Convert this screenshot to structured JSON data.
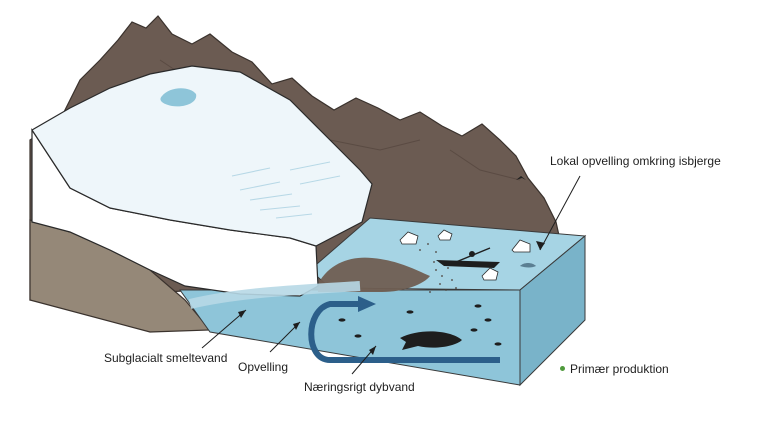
{
  "labels": {
    "local_upwelling": "Lokal opvelling omkring isbjerge",
    "subglacial": "Subglacialt smeltevand",
    "upwelling": "Opvelling",
    "deep_water": "Næringsrigt dybvand",
    "primary_production": "Primær produktion"
  },
  "colors": {
    "mountain": "#6b5b52",
    "water_front": "#8ec5d9",
    "water_right": "#79b3c9",
    "water_top": "#a6d4e4",
    "glacier": "#ffffff",
    "arrow": "#2c5f8a",
    "legend_dot": "#4f9a3c"
  },
  "icons": {
    "legend": "green-dot-icon"
  }
}
